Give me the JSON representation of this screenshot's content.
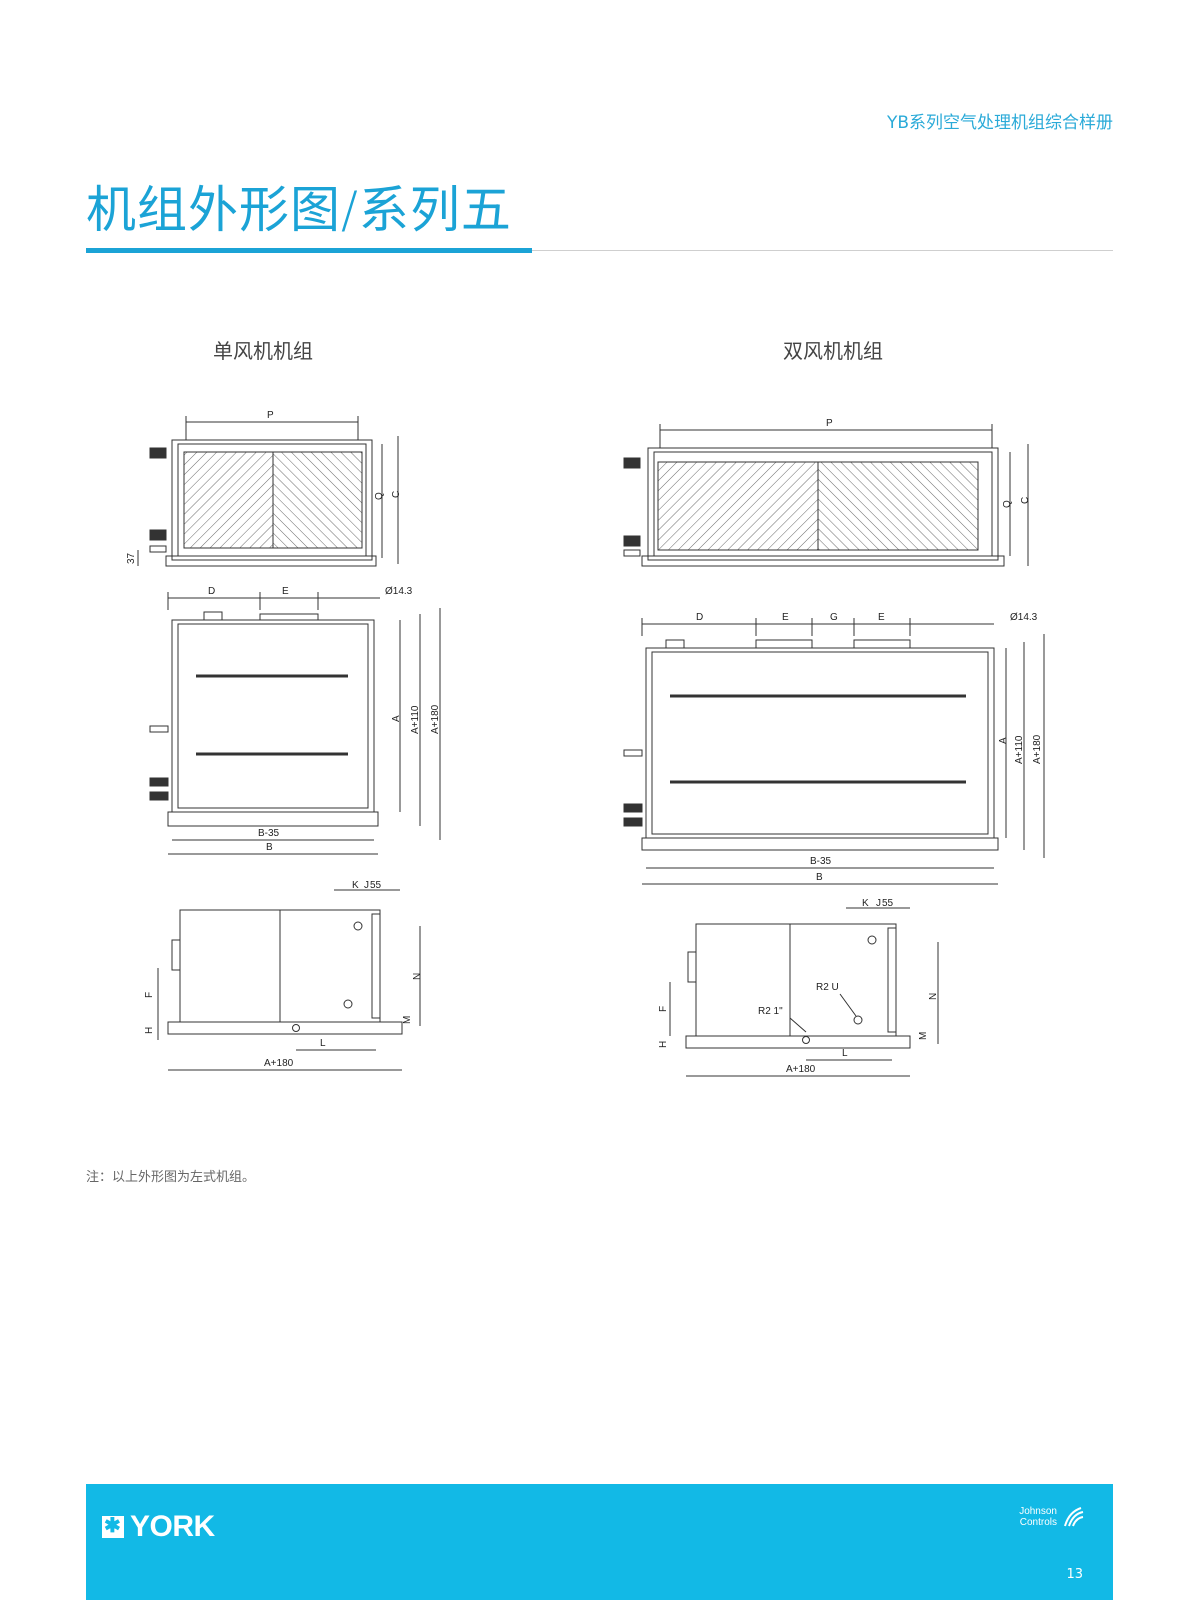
{
  "header": {
    "catalog_title": "YB系列空气处理机组综合样册"
  },
  "page": {
    "title": "机组外形图/系列五"
  },
  "columns": {
    "single_fan": "单风机机组",
    "dual_fan": "双风机机组"
  },
  "dims": {
    "P": "P",
    "Q": "Q",
    "C": "C",
    "d37": "37",
    "D": "D",
    "E": "E",
    "G": "G",
    "hole": "Ø14.3",
    "A": "A",
    "A110": "A+110",
    "A180": "A+180",
    "B35": "B-35",
    "B": "B",
    "K": "K",
    "J": "J",
    "d55": "55",
    "F": "F",
    "H": "H",
    "N": "N",
    "M": "M",
    "L": "L",
    "r2u": "R2 U",
    "r21": "R2 1\""
  },
  "note": "注：以上外形图为左式机组。",
  "footer": {
    "brand": "YORK",
    "partner_line1": "Johnson",
    "partner_line2": "Controls",
    "page_number": "13"
  }
}
